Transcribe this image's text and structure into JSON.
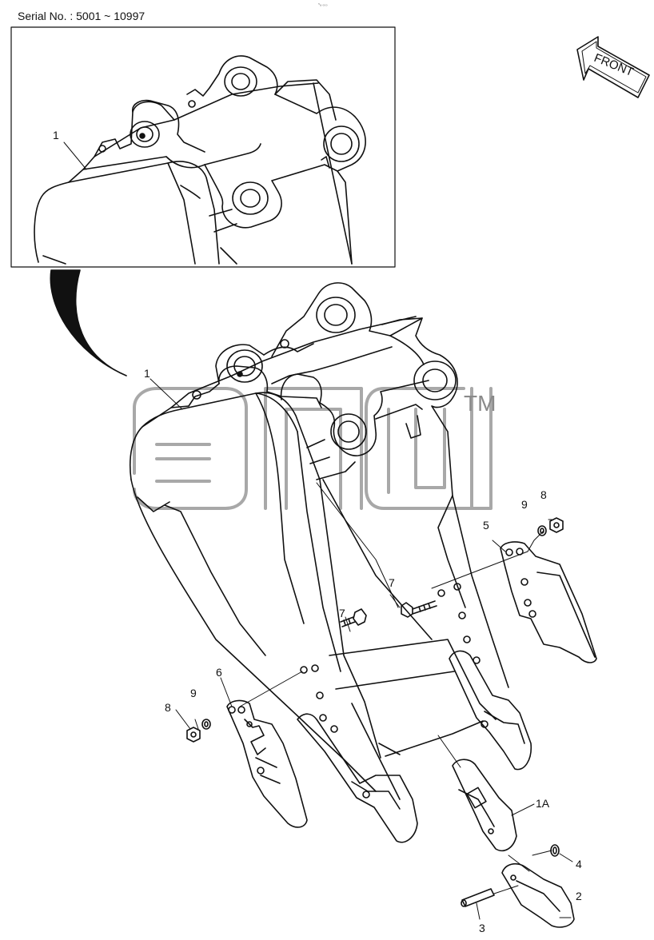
{
  "header": {
    "serial_label": "Serial No. : 5001 ~ 10997",
    "tiny_mark": "⁵ₐ ₀₀₀"
  },
  "direction": {
    "label": "FRONT"
  },
  "watermark": {
    "text": "ЭПСВ",
    "trademark": "TM"
  },
  "callouts": {
    "inset_bucket": "1",
    "bucket": "1",
    "tooth_adapter": "1A",
    "tooth_point": "2",
    "pin": "3",
    "lock_ring": "4",
    "side_cutter_right": "5",
    "side_cutter_left": "6",
    "bolt_right": "7",
    "bolt_left": "7",
    "nut_right": "8",
    "nut_left": "8",
    "washer_right": "9",
    "washer_left": "9"
  },
  "colors": {
    "line": "#111111",
    "watermark": "#9a9a9a",
    "background": "#ffffff"
  }
}
